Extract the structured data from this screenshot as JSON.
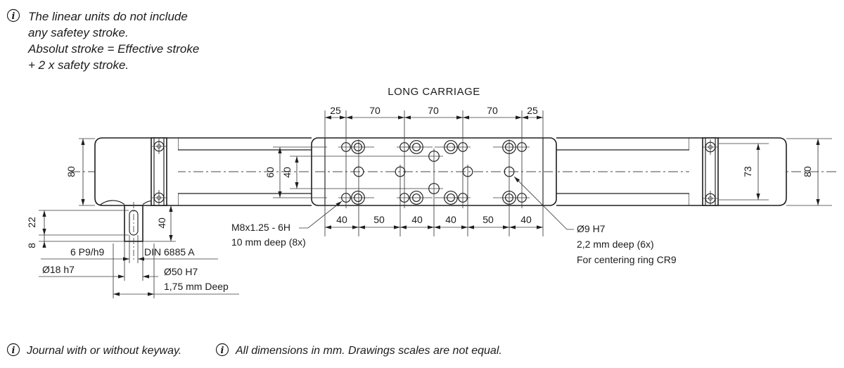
{
  "title": "LONG CARRIAGE",
  "notes": {
    "info_glyph": "i",
    "top_lines": [
      "The linear units do not include",
      "any safetey stroke.",
      "Absolut stroke = Effective stroke",
      "+ 2 x safety stroke."
    ],
    "bottom_left": "Journal with or without keyway.",
    "bottom_right": "All dimensions in mm. Drawings scales are not equal."
  },
  "dims": {
    "top": [
      "25",
      "70",
      "70",
      "70",
      "25"
    ],
    "bottom": [
      "40",
      "50",
      "40",
      "40",
      "50",
      "40"
    ],
    "height_left": "80",
    "rows_outer": "60",
    "rows_inner": "40",
    "height_right_inner": "73",
    "height_right_outer": "80",
    "key_length": "22",
    "key_end_offset": "8",
    "journal_length": "40"
  },
  "callouts": {
    "thread_line1": "M8x1.25 - 6H",
    "thread_line2": "10 mm  deep (8x)",
    "centering_line1": "Ø9 H7",
    "centering_line2": "2,2 mm deep (6x)",
    "centering_line3": "For centering ring CR9",
    "key_width": "6 P9/h9",
    "key_standard": "DIN 6885 A",
    "journal_dia": "Ø18 h7",
    "recess_dia": "Ø50 H7",
    "recess_depth": "1,75 mm Deep"
  }
}
